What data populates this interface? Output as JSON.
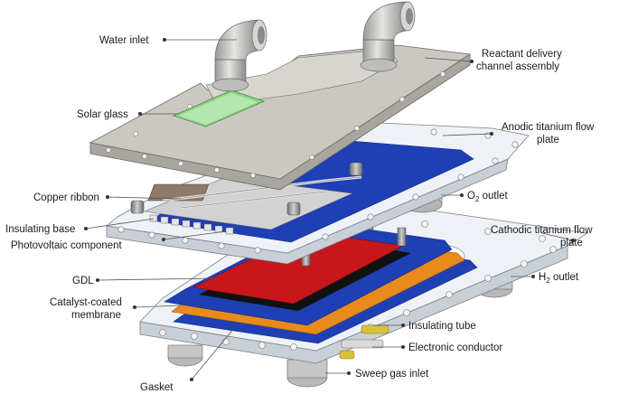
{
  "figure": {
    "labels": {
      "water_inlet": "Water inlet",
      "reactant_delivery_1": "Reactant delivery",
      "reactant_delivery_2": "channel assembly",
      "solar_glass": "Solar glass",
      "anodic_1": "Anodic titanium flow",
      "anodic_2": "plate",
      "copper_ribbon": "Copper ribbon",
      "o2_outlet_main": "O",
      "o2_outlet_sub": "2",
      "o2_outlet_rest": " outlet",
      "insulating_base": "Insulating base",
      "cathodic_1": "Cathodic titanium flow",
      "cathodic_2": "plate",
      "photovoltaic": "Photovoltaic component",
      "gdl": "GDL",
      "h2_outlet_main": "H",
      "h2_outlet_sub": "2",
      "h2_outlet_rest": " outlet",
      "ccm_1": "Catalyst-coated",
      "ccm_2": "membrane",
      "insulating_tube": "Insulating tube",
      "electronic_conductor": "Electronic conductor",
      "sweep_gas_inlet": "Sweep gas inlet",
      "gasket": "Gasket"
    },
    "colors": {
      "reactant_plate": "#c9c6c0",
      "titanium_plate": "#e9eef3",
      "blue_gasket": "#1f3fb5",
      "gdl_red": "#c8161b",
      "membrane_orange": "#e88a1c",
      "solar_glass": "#8ed58a",
      "brass": "#d8c23a"
    }
  }
}
